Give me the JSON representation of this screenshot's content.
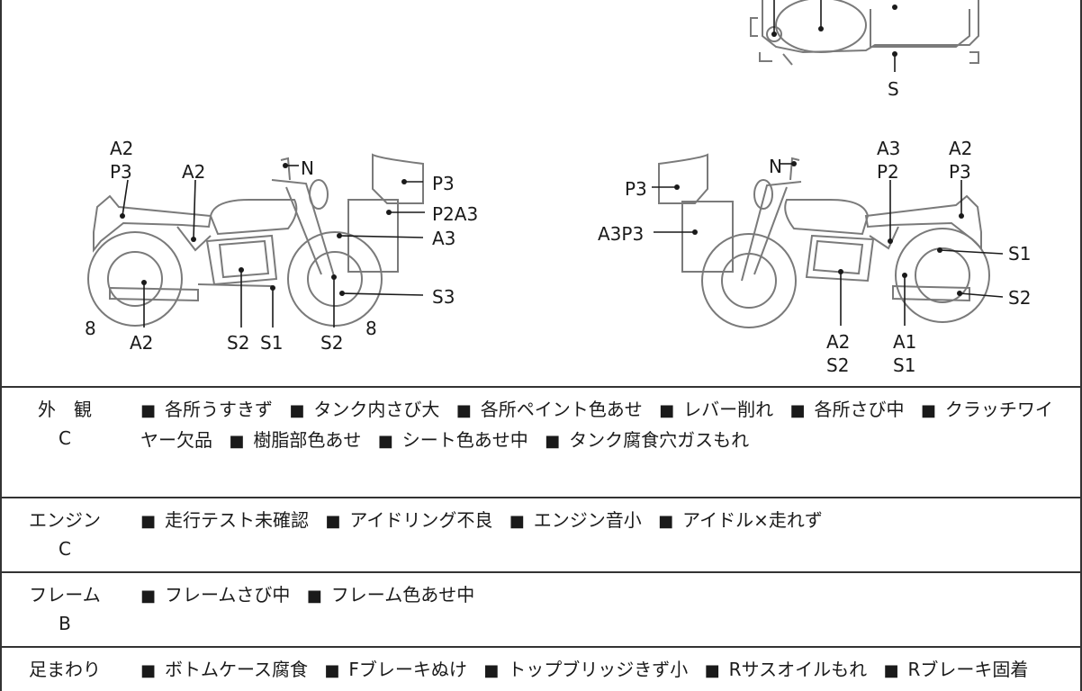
{
  "diagram": {
    "top_view_label": "S",
    "left_view": {
      "labels": [
        "A2",
        "P3",
        "A2",
        "N",
        "P3",
        "P2A3",
        "A3",
        "S3",
        "8",
        "A2",
        "S2",
        "S1",
        "S2",
        "8"
      ]
    },
    "right_view": {
      "labels": [
        "P3",
        "N",
        "A3",
        "P2",
        "A2",
        "P3",
        "A3P3",
        "S1",
        "S2",
        "A2",
        "S2",
        "A1",
        "S1"
      ]
    }
  },
  "report": {
    "rows": [
      {
        "category": "外　観",
        "grade": "C",
        "items": [
          "各所うすきず",
          "タンク内さび大",
          "各所ペイント色あせ",
          "レバー削れ",
          "各所さび中",
          "クラッチワイヤー欠品",
          "樹脂部色あせ",
          "シート色あせ中",
          "タンク腐食穴ガスもれ"
        ]
      },
      {
        "category": "エンジン",
        "grade": "C",
        "items": [
          "走行テスト未確認",
          "アイドリング不良",
          "エンジン音小",
          "アイドル×走れず"
        ]
      },
      {
        "category": "フレーム",
        "grade": "B",
        "items": [
          "フレームさび中",
          "フレーム色あせ中"
        ]
      },
      {
        "category": "足まわり",
        "grade": "",
        "items": [
          "ボトムケース腐食",
          "Fブレーキぬけ",
          "トップブリッジきず小",
          "Rサスオイルもれ",
          "Rブレーキ固着"
        ]
      }
    ],
    "bullet": "■"
  }
}
